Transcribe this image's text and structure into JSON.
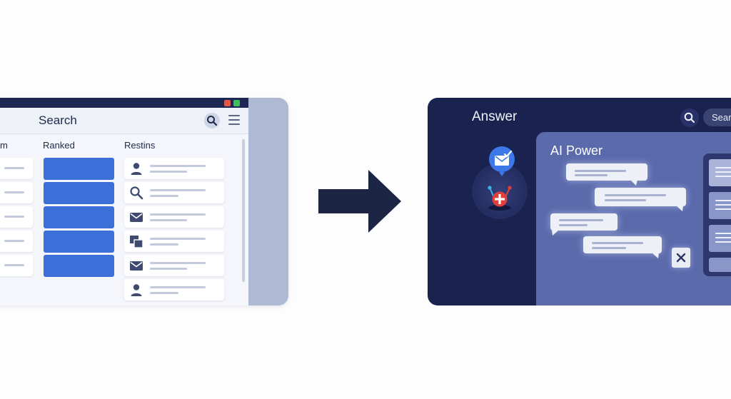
{
  "search_window": {
    "title": "Search",
    "columns": {
      "partial_left": "m",
      "ranked": "Ranked",
      "results": "Restins"
    },
    "result_icons": [
      "user-icon",
      "search-icon",
      "mail-icon",
      "copy-icon",
      "mail-icon",
      "user-icon"
    ],
    "title_bar_dots": [
      "#e2584a",
      "#3fbf5c"
    ]
  },
  "answer_window": {
    "title": "Answer",
    "search_placeholder": "Sear",
    "panel_title": "AI Power"
  },
  "colors": {
    "search_bg": "#f4f6fb",
    "rank_bar": "#3c6fd7",
    "answer_bg": "#1a2350",
    "ai_panel": "#5a6aab",
    "arrow": "#1d2545",
    "plus_badge": "#e0403c",
    "mail_badge": "#3c78e8"
  }
}
